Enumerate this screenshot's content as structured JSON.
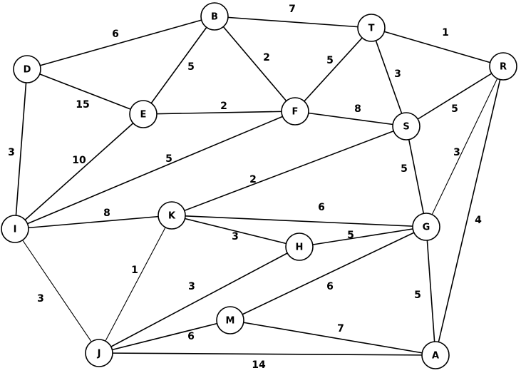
{
  "graph": {
    "nodes": [
      {
        "id": "B"
      },
      {
        "id": "T"
      },
      {
        "id": "R"
      },
      {
        "id": "D"
      },
      {
        "id": "E"
      },
      {
        "id": "F"
      },
      {
        "id": "S"
      },
      {
        "id": "I"
      },
      {
        "id": "K"
      },
      {
        "id": "G"
      },
      {
        "id": "H"
      },
      {
        "id": "M"
      },
      {
        "id": "J"
      },
      {
        "id": "A"
      }
    ],
    "edges": [
      {
        "from": "B",
        "to": "T",
        "weight": "7"
      },
      {
        "from": "B",
        "to": "D",
        "weight": "6"
      },
      {
        "from": "B",
        "to": "E",
        "weight": "5"
      },
      {
        "from": "B",
        "to": "F",
        "weight": "2"
      },
      {
        "from": "T",
        "to": "R",
        "weight": "1"
      },
      {
        "from": "T",
        "to": "F",
        "weight": "5"
      },
      {
        "from": "T",
        "to": "S",
        "weight": "3"
      },
      {
        "from": "D",
        "to": "E",
        "weight": "15"
      },
      {
        "from": "D",
        "to": "I",
        "weight": "3"
      },
      {
        "from": "E",
        "to": "F",
        "weight": "2"
      },
      {
        "from": "E",
        "to": "I",
        "weight": "10"
      },
      {
        "from": "F",
        "to": "S",
        "weight": "8"
      },
      {
        "from": "F",
        "to": "I",
        "weight": "5"
      },
      {
        "from": "R",
        "to": "S",
        "weight": "5"
      },
      {
        "from": "R",
        "to": "G",
        "weight": "3"
      },
      {
        "from": "R",
        "to": "A",
        "weight": "4"
      },
      {
        "from": "S",
        "to": "K",
        "weight": "2"
      },
      {
        "from": "S",
        "to": "G",
        "weight": "5"
      },
      {
        "from": "I",
        "to": "K",
        "weight": "8"
      },
      {
        "from": "I",
        "to": "J",
        "weight": "3"
      },
      {
        "from": "K",
        "to": "G",
        "weight": "6"
      },
      {
        "from": "K",
        "to": "H",
        "weight": "3"
      },
      {
        "from": "K",
        "to": "J",
        "weight": "1"
      },
      {
        "from": "H",
        "to": "G",
        "weight": "5"
      },
      {
        "from": "H",
        "to": "J",
        "weight": "3"
      },
      {
        "from": "G",
        "to": "M",
        "weight": "6"
      },
      {
        "from": "G",
        "to": "A",
        "weight": "5"
      },
      {
        "from": "M",
        "to": "J",
        "weight": "6"
      },
      {
        "from": "M",
        "to": "A",
        "weight": "7"
      },
      {
        "from": "J",
        "to": "A",
        "weight": "14"
      }
    ]
  }
}
